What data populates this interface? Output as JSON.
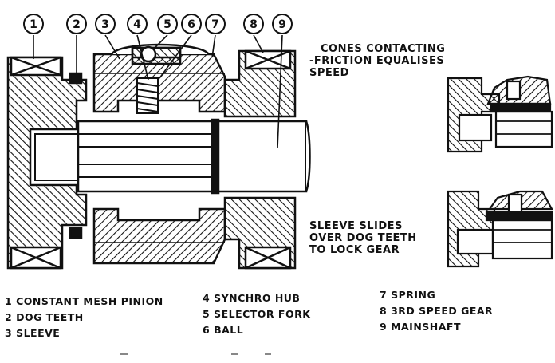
{
  "callouts": [
    "1",
    "2",
    "3",
    "4",
    "5",
    "6",
    "7",
    "8",
    "9"
  ],
  "captions": {
    "top": [
      "CONES CONTACTING",
      "-FRICTION EQUALISES",
      "SPEED"
    ],
    "bottom": [
      "SLEEVE SLIDES",
      "OVER DOG TEETH",
      "TO LOCK GEAR"
    ]
  },
  "legend": [
    {
      "num": "1",
      "text": "CONSTANT MESH PINION"
    },
    {
      "num": "2",
      "text": "DOG TEETH"
    },
    {
      "num": "3",
      "text": "SLEEVE"
    },
    {
      "num": "4",
      "text": "SYNCHRO HUB"
    },
    {
      "num": "5",
      "text": "SELECTOR FORK"
    },
    {
      "num": "6",
      "text": "BALL"
    },
    {
      "num": "7",
      "text": "SPRING"
    },
    {
      "num": "8",
      "text": "3RD SPEED GEAR"
    },
    {
      "num": "9",
      "text": "MAINSHAFT"
    }
  ],
  "colors": {
    "ink": "#111111",
    "paper": "#ffffff"
  }
}
